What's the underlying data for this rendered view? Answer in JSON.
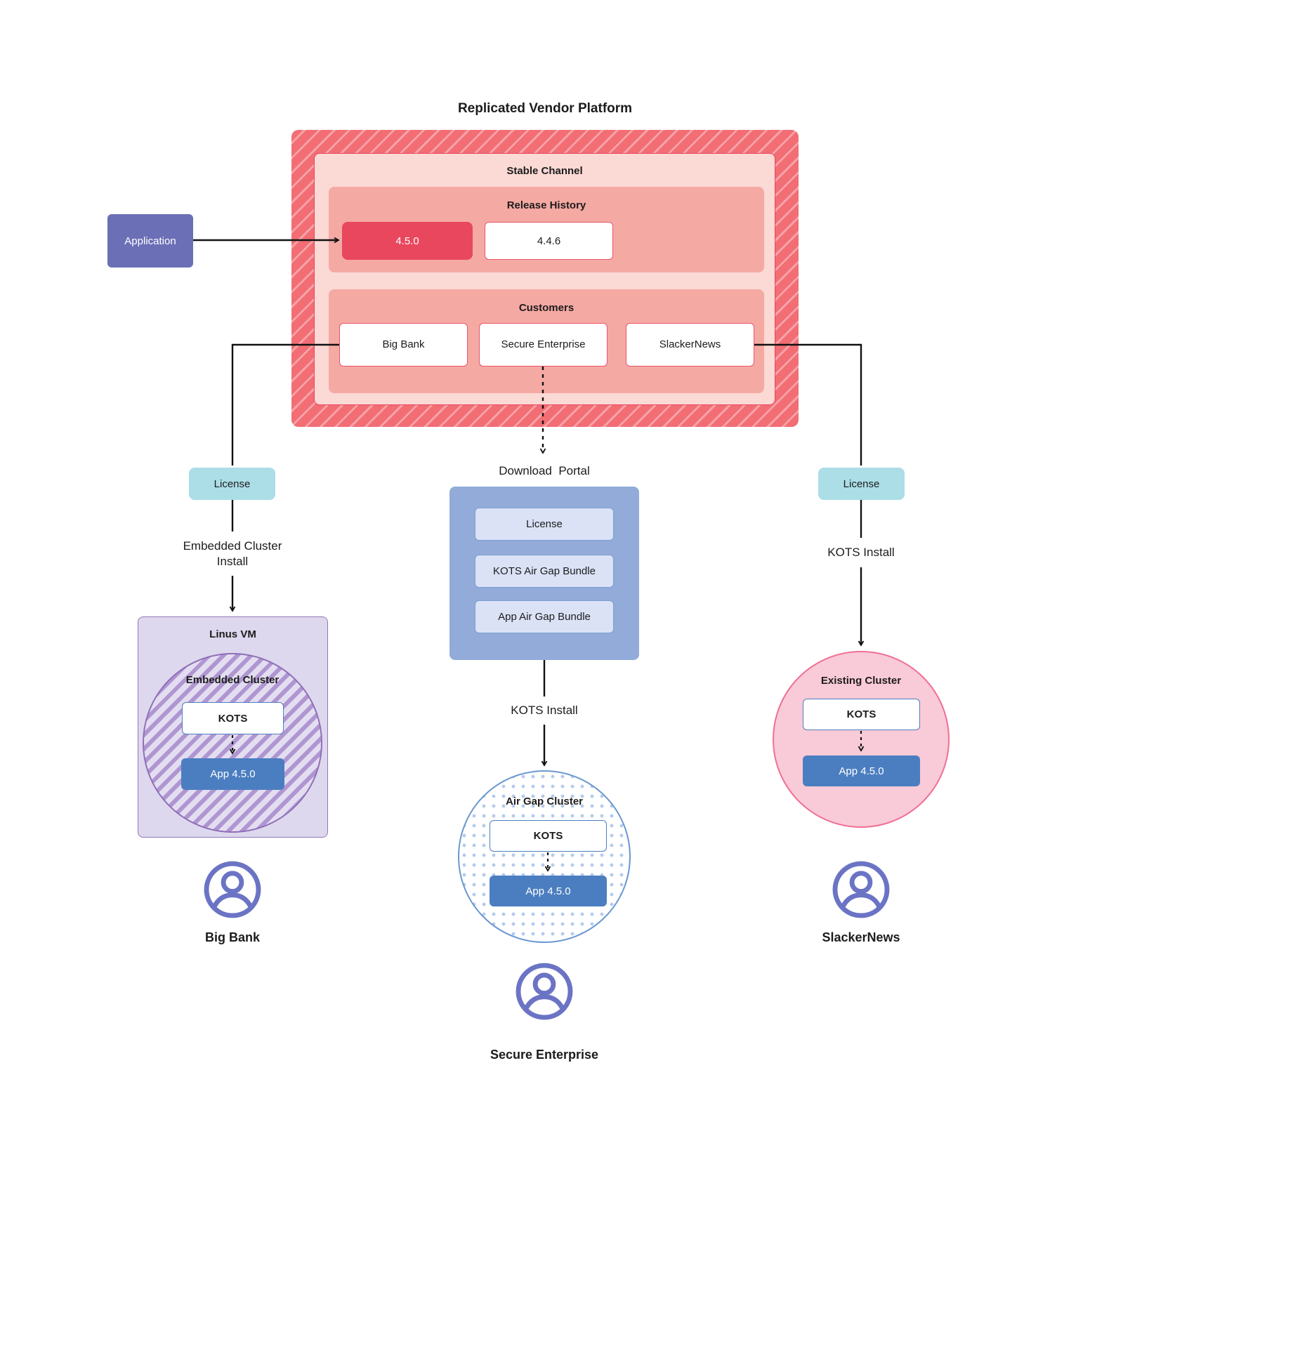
{
  "title": "Replicated Vendor Platform",
  "colors": {
    "red_hatch": "#f26d74",
    "light_pink_panel": "#fbd9d5",
    "salmon_panel": "#f5a9a3",
    "current_release_red": "#e8475e",
    "application_purple": "#6a6fb6",
    "license_teal": "#abdee7",
    "portal_blue": "#92abd9",
    "portal_item_lavender": "#dbe2f6",
    "app_blue": "#4b7ec0",
    "kots_border_blue": "#4d7ec1",
    "vm_lavender": "#ded8ee",
    "embedded_hatch_purple": "#b096d1",
    "existing_pink": "#f9cad7",
    "airgap_dot_blue": "#b3cbec",
    "person_purple": "#6b74c4"
  },
  "application": {
    "label": "Application"
  },
  "platform": {
    "stable_channel_label": "Stable Channel",
    "release_history": {
      "label": "Release History",
      "current_release": "4.5.0",
      "previous_release": "4.4.6"
    },
    "customers": {
      "label": "Customers",
      "big_bank": "Big Bank",
      "secure_enterprise": "Secure Enterprise",
      "slackernews": "SlackerNews"
    }
  },
  "left_flow": {
    "license_label": "License",
    "install_label": "Embedded Cluster Install",
    "vm_label": "Linus VM",
    "cluster_label": "Embedded Cluster",
    "kots_label": "KOTS",
    "app_label": "App 4.5.0",
    "customer_name": "Big Bank"
  },
  "middle_flow": {
    "portal_label": "Download  Portal",
    "portal_items": [
      "License",
      "KOTS Air Gap Bundle",
      "App Air Gap Bundle"
    ],
    "install_label": "KOTS Install",
    "cluster_label": "Air Gap Cluster",
    "kots_label": "KOTS",
    "app_label": "App 4.5.0",
    "customer_name": "Secure Enterprise"
  },
  "right_flow": {
    "license_label": "License",
    "install_label": "KOTS Install",
    "cluster_label": "Existing Cluster",
    "kots_label": "KOTS",
    "app_label": "App 4.5.0",
    "customer_name": "SlackerNews"
  }
}
